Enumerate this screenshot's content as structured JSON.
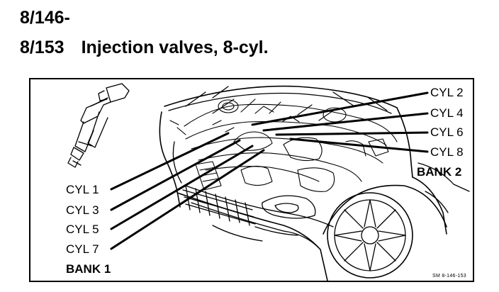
{
  "header": {
    "line1": "8/146-",
    "line2_code": "8/153",
    "line2_title": "Injection valves, 8-cyl."
  },
  "diagram": {
    "left_labels": [
      "CYL 1",
      "CYL 3",
      "CYL 5",
      "CYL 7"
    ],
    "left_bank": "BANK 1",
    "right_labels": [
      "CYL 2",
      "CYL 4",
      "CYL 6",
      "CYL 8"
    ],
    "right_bank": "BANK 2",
    "figure_code": "SM 8-146-153"
  }
}
